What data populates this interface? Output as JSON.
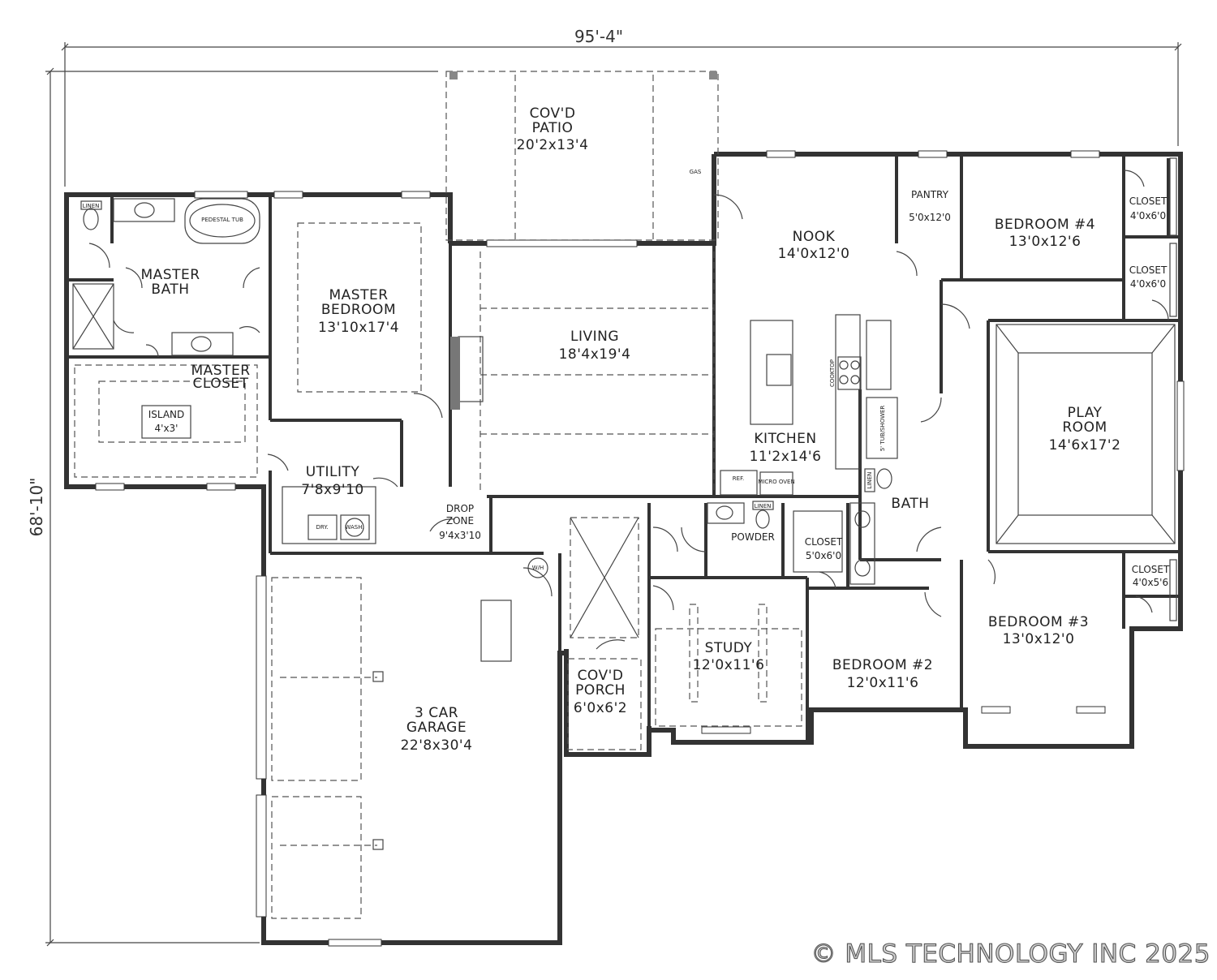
{
  "dimensions": {
    "width": "95'-4\"",
    "height": "68'-10\""
  },
  "rooms": {
    "covd_patio": {
      "name_line1": "COV'D",
      "name_line2": "PATIO",
      "size": "20'2x13'4"
    },
    "master_bath": {
      "name_line1": "MASTER",
      "name_line2": "BATH"
    },
    "master_bedroom": {
      "name_line1": "MASTER",
      "name_line2": "BEDROOM",
      "size": "13'10x17'4"
    },
    "master_closet": {
      "name_line1": "MASTER",
      "name_line2": "CLOSET"
    },
    "island": {
      "name": "ISLAND",
      "size": "4'x3'"
    },
    "utility": {
      "name": "UTILITY",
      "size": "7'8x9'10"
    },
    "living": {
      "name": "LIVING",
      "size": "18'4x19'4"
    },
    "nook": {
      "name": "NOOK",
      "size": "14'0x12'0"
    },
    "pantry": {
      "name": "PANTRY",
      "size": "5'0x12'0"
    },
    "bedroom4": {
      "name": "BEDROOM #4",
      "size": "13'0x12'6"
    },
    "closet_b4_top": {
      "name": "CLOSET",
      "size": "4'0x6'0"
    },
    "closet_b4_bottom": {
      "name": "CLOSET",
      "size": "4'0x6'0"
    },
    "kitchen": {
      "name": "KITCHEN",
      "size": "11'2x14'6"
    },
    "play_room": {
      "name_line1": "PLAY",
      "name_line2": "ROOM",
      "size": "14'6x17'2"
    },
    "bath": {
      "name": "BATH"
    },
    "drop_zone": {
      "name_line1": "DROP",
      "name_line2": "ZONE",
      "size": "9'4x3'10"
    },
    "powder": {
      "name": "POWDER"
    },
    "closet_mid": {
      "name": "CLOSET",
      "size": "5'0x6'0"
    },
    "closet_b3": {
      "name": "CLOSET",
      "size": "4'0x5'6"
    },
    "bedroom3": {
      "name": "BEDROOM #3",
      "size": "13'0x12'0"
    },
    "study": {
      "name": "STUDY",
      "size": "12'0x11'6"
    },
    "bedroom2": {
      "name": "BEDROOM #2",
      "size": "12'0x11'6"
    },
    "covd_porch": {
      "name_line1": "COV'D",
      "name_line2": "PORCH",
      "size": "6'0x6'2"
    },
    "garage": {
      "name_line1": "3 CAR",
      "name_line2": "GARAGE",
      "size": "22'8x30'4"
    }
  },
  "fixtures": {
    "pedestal_tub": "PEDESTAL TUB",
    "linen_bath": "LINEN",
    "gas": "GAS",
    "dryer": "DRY.",
    "washer": "WASH.",
    "refrigerator": "REF.",
    "micro_oven": "MICRO OVEN",
    "linen_powder": "LINEN",
    "linen_hall": "LINEN",
    "cooktop": "COOKTOP",
    "tub_shower": "5' TUB/SHOWER",
    "water_heater": "W/H"
  },
  "copyright": "© MLS TECHNOLOGY INC 2025"
}
